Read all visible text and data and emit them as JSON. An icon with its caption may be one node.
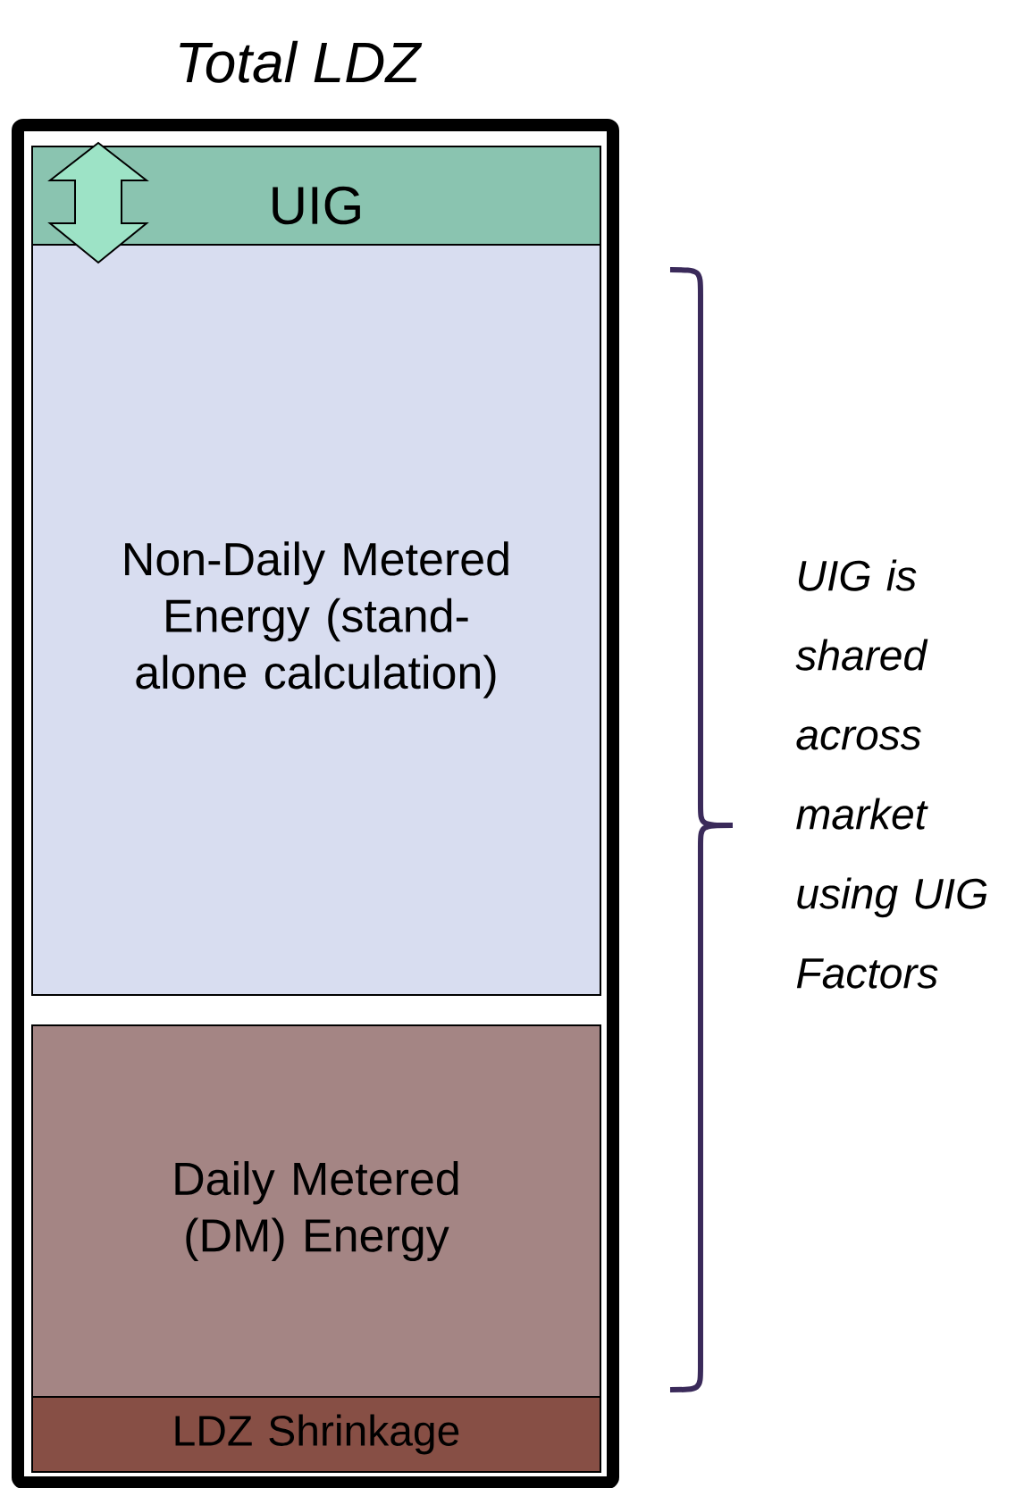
{
  "diagram": {
    "nodes": [
      {
        "text": [
          "Total LDZ"
        ]
      },
      {
        "text": [
          "UIG"
        ],
        "in": 0
      },
      {
        "text": [
          "Non-Daily Metered Energy (stand-alone calculation)"
        ],
        "in": 0
      },
      {
        "text": [
          "Daily Metered (DM) Energy"
        ],
        "in": 0
      },
      {
        "text": [
          "LDZ Shrinkage"
        ],
        "in": 0
      }
    ],
    "labels": [
      "UIG is shared across market using UIG Factors"
    ]
  }
}
